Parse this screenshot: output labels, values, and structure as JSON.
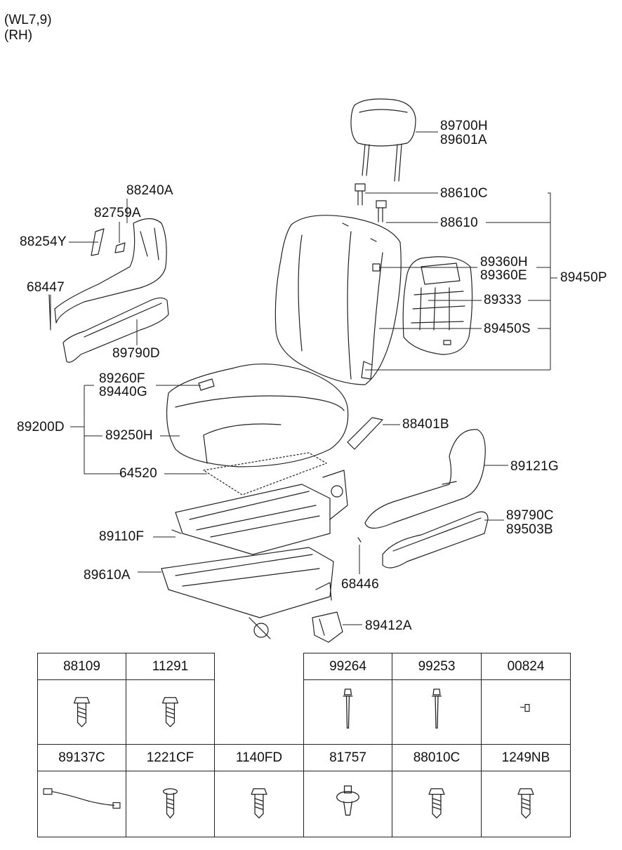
{
  "variant": {
    "line1": "(WL7,9)",
    "line2": "(RH)"
  },
  "callouts": {
    "headrest_a": "89700H",
    "headrest_b": "89601A",
    "guide_c": "88610C",
    "guide": "88610",
    "cover_trim_left": "88240A",
    "knob": "82759A",
    "lever": "88254Y",
    "screw_left": "68447",
    "lower_cover_left": "89790D",
    "pad_h": "89360H",
    "pad_e": "89360E",
    "back_assy": "89450P",
    "back_board": "89333",
    "back_s": "89450S",
    "cushion_f": "89260F",
    "cushion_g": "89440G",
    "cushion_assy": "89200D",
    "cushion_cover": "89250H",
    "heater": "64520",
    "strap": "88401B",
    "side_cover_right": "89121G",
    "lower_cover_right_c": "89790C",
    "lower_cover_right_b": "89503B",
    "frame": "89110F",
    "track": "89610A",
    "screw_right": "68446",
    "bracket": "89412A"
  },
  "parts_table": [
    {
      "code": "88109",
      "icon": "bolt-icon"
    },
    {
      "code": "11291",
      "icon": "bolt-icon"
    },
    {
      "code": "",
      "icon": ""
    },
    {
      "code": "99264",
      "icon": "rivet-icon"
    },
    {
      "code": "99253",
      "icon": "rivet-icon"
    },
    {
      "code": "00824",
      "icon": "pin-icon"
    },
    {
      "code": "89137C",
      "icon": "wire-harness-icon"
    },
    {
      "code": "1221CF",
      "icon": "screw-icon"
    },
    {
      "code": "1140FD",
      "icon": "bolt-icon"
    },
    {
      "code": "81757",
      "icon": "clip-icon"
    },
    {
      "code": "88010C",
      "icon": "bolt-icon"
    },
    {
      "code": "1249NB",
      "icon": "bolt-icon"
    }
  ]
}
